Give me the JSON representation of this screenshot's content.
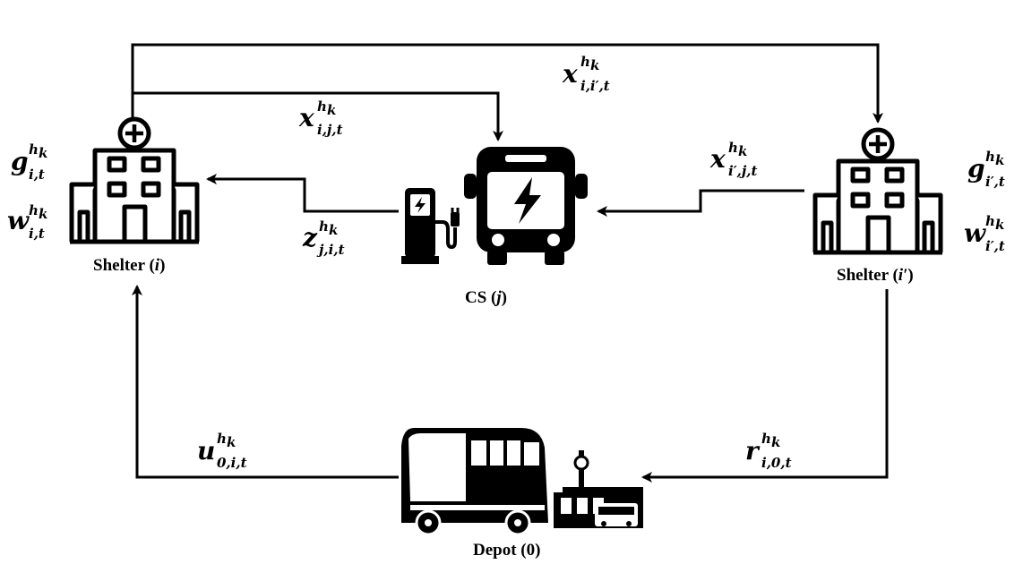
{
  "nodes": {
    "shelter_i": {
      "name": "Shelter (",
      "var": "i",
      "close": ")"
    },
    "shelter_ip": {
      "name": "Shelter (",
      "var": "i′",
      "close": ")"
    },
    "cs": {
      "name": "CS (",
      "var": "j",
      "close": ")"
    },
    "depot": {
      "name": "Depot (0)"
    }
  },
  "variables": {
    "x_i_ip": {
      "base": "x",
      "sup": "h",
      "supsub": "k",
      "sub": "i,i′,t"
    },
    "x_i_j": {
      "base": "x",
      "sup": "h",
      "supsub": "k",
      "sub": "i,j,t"
    },
    "x_ip_j": {
      "base": "x",
      "sup": "h",
      "supsub": "k",
      "sub": "i′,j,t"
    },
    "z_j_i": {
      "base": "z",
      "sup": "h",
      "supsub": "k",
      "sub": "j,i,t"
    },
    "g_i": {
      "base": "g",
      "sup": "h",
      "supsub": "k",
      "sub": "i,t"
    },
    "w_i": {
      "base": "w",
      "sup": "h",
      "supsub": "k",
      "sub": "i,t"
    },
    "g_ip": {
      "base": "g",
      "sup": "h",
      "supsub": "k",
      "sub": "i′,t"
    },
    "w_ip": {
      "base": "w",
      "sup": "h",
      "supsub": "k",
      "sub": "i′,t"
    },
    "u_0_i": {
      "base": "u",
      "sup": "h",
      "supsub": "k",
      "sub": "0,i,t"
    },
    "r_i_0": {
      "base": "r",
      "sup": "h",
      "supsub": "k",
      "sub": "i,0,t"
    }
  },
  "icons": {
    "shelter": "hospital-building-icon",
    "cs": "electric-bus-icon",
    "charger": "charging-station-icon",
    "depot": "bus-depot-icon"
  },
  "colors": {
    "ink": "#000000",
    "paper": "#ffffff"
  }
}
